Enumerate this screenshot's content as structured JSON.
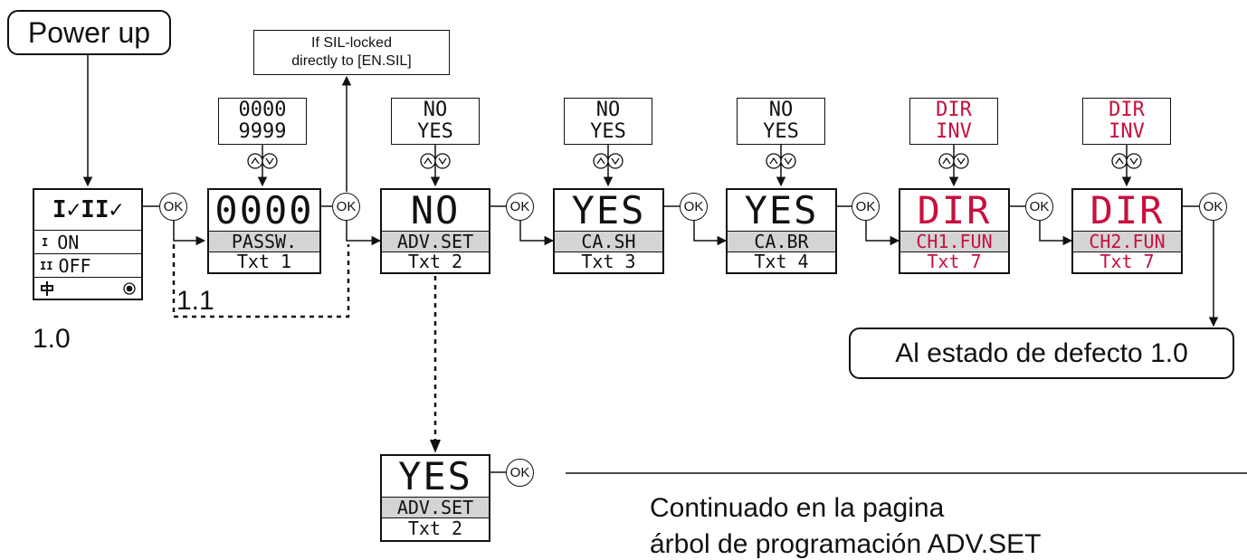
{
  "power_up": "Power up",
  "sil_note": [
    "If SIL-locked",
    "directly to [EN.SIL]"
  ],
  "ok_label": "OK",
  "status_display": {
    "top": "I✓II✓",
    "row1_prefix": "I",
    "row1_value": "ON",
    "row2_prefix": "II",
    "row2_value": "OFF"
  },
  "label_1_0": "1.0",
  "label_1_1": "1.1",
  "screens": [
    {
      "big": "0000",
      "mid": "PASSW.",
      "low": "Txt 1",
      "opt1": "0000",
      "opt2": "9999"
    },
    {
      "big": "NO",
      "mid": "ADV.SET",
      "low": "Txt 2",
      "opt1": "NO",
      "opt2": "YES"
    },
    {
      "big": "YES",
      "mid": "CA.SH",
      "low": "Txt 3",
      "opt1": "NO",
      "opt2": "YES"
    },
    {
      "big": "YES",
      "mid": "CA.BR",
      "low": "Txt 4",
      "opt1": "NO",
      "opt2": "YES"
    },
    {
      "big": "DIR",
      "mid": "CH1.FUN",
      "low": "Txt 7",
      "opt1": "DIR",
      "opt2": "INV"
    },
    {
      "big": "DIR",
      "mid": "CH2.FUN",
      "low": "Txt 7",
      "opt1": "DIR",
      "opt2": "INV"
    }
  ],
  "default_state": "Al estado de defecto 1.0",
  "advset_screen": {
    "big": "YES",
    "mid": "ADV.SET",
    "low": "Txt 2"
  },
  "continued": [
    "Continuado en la pagina",
    "árbol de programación ADV.SET"
  ],
  "colors": {
    "accent": "#c8103e",
    "highlight_row": "#d4d4d4"
  }
}
